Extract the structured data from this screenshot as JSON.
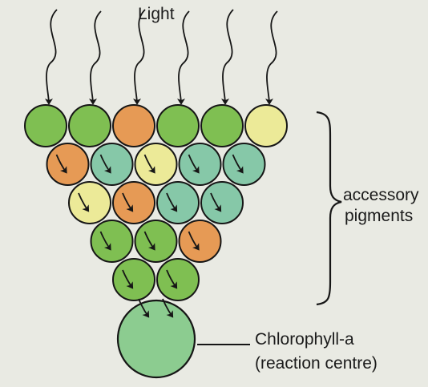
{
  "title": "Light",
  "labels": {
    "accessory_line1": "accessory",
    "accessory_line2": "pigments",
    "chlorophyll_line1": "Chlorophyll-a",
    "chlorophyll_line2": "(reaction centre)"
  },
  "colors": {
    "green": "#7fbf52",
    "orange": "#e69a55",
    "yellow": "#ecea98",
    "teal": "#86c8a8",
    "center": "#8ccc90",
    "outline": "#161616"
  },
  "pigment_rows": [
    [
      "green",
      "green",
      "orange",
      "green",
      "green",
      "yellow"
    ],
    [
      "orange",
      "teal",
      "yellow",
      "teal",
      "teal"
    ],
    [
      "yellow",
      "orange",
      "teal",
      "teal"
    ],
    [
      "green",
      "green",
      "orange"
    ],
    [
      "green",
      "green"
    ]
  ]
}
